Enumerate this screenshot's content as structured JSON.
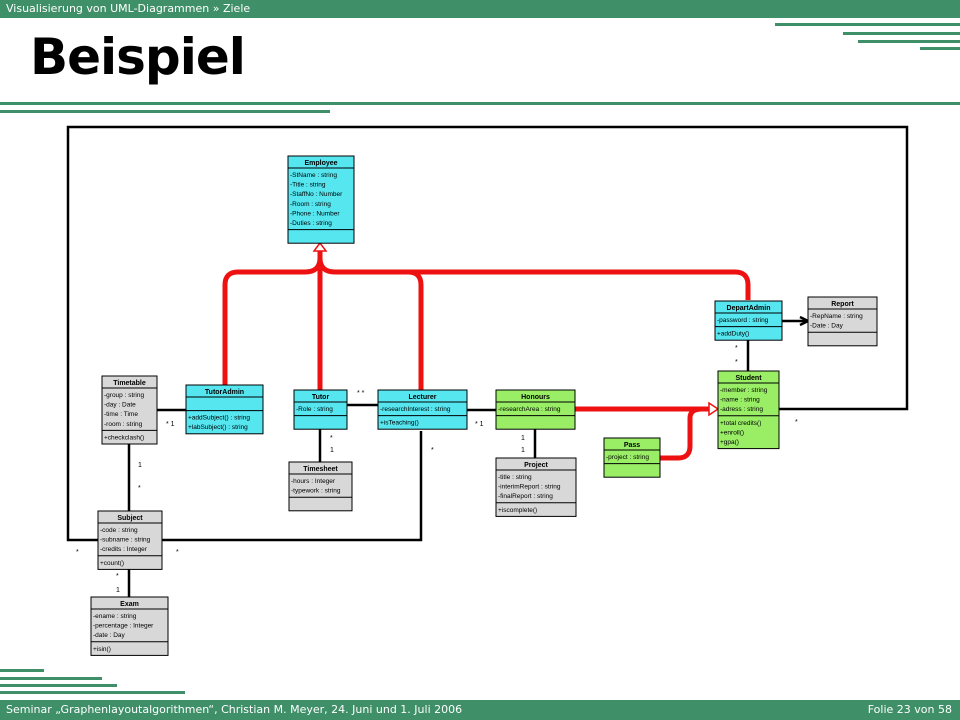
{
  "header": {
    "breadcrumb": "Visualisierung von UML-Diagrammen » Ziele"
  },
  "title": "Beispiel",
  "footer": {
    "left": "Seminar „Graphenlayoutalgorithmen“, Christian M. Meyer, 24. Juni und 1. Juli 2006",
    "right": "Folie 23 von 58"
  },
  "colors": {
    "bar": "#3f8f68",
    "cyan": "#55e6f0",
    "green": "#99ee66",
    "gray": "#d8d8d8",
    "highlight": "#ee1111"
  },
  "classes": {
    "employee": {
      "name": "Employee",
      "attrs": [
        "-StName : string",
        "-Title : string",
        "-StaffNo : Number",
        "-Room : string",
        "-Phone : Number",
        "-Duties : string"
      ],
      "ops": []
    },
    "tutoradmin": {
      "name": "TutorAdmin",
      "attrs": [],
      "ops": [
        "+addSubject() : string",
        "+labSubject() : string"
      ]
    },
    "tutor": {
      "name": "Tutor",
      "attrs": [
        "-Role : string"
      ],
      "ops": []
    },
    "lecturer": {
      "name": "Lecturer",
      "attrs": [
        "-researchInterest : string"
      ],
      "ops": [
        "+isTeaching()"
      ]
    },
    "honours": {
      "name": "Honours",
      "attrs": [
        "-researchArea : string"
      ],
      "ops": []
    },
    "departadmin": {
      "name": "DepartAdmin",
      "attrs": [
        "-password : string"
      ],
      "ops": [
        "+addDuty()"
      ]
    },
    "report": {
      "name": "Report",
      "attrs": [
        "-RepName : string",
        "-Date : Day"
      ],
      "ops": []
    },
    "student": {
      "name": "Student",
      "attrs": [
        "-member : string",
        "-name : string",
        "-adress : string"
      ],
      "ops": [
        "+total credits()",
        "+enroll()",
        "+gpa()"
      ]
    },
    "pass": {
      "name": "Pass",
      "attrs": [
        "-project : string"
      ],
      "ops": []
    },
    "timetable": {
      "name": "Timetable",
      "attrs": [
        "-group : string",
        "-day : Date",
        "-time : Time",
        "-room : string"
      ],
      "ops": [
        "+checkclash()"
      ]
    },
    "timesheet": {
      "name": "Timesheet",
      "attrs": [
        "-hours : Integer",
        "-typework : string"
      ],
      "ops": []
    },
    "project": {
      "name": "Project",
      "attrs": [
        "-title : string",
        "-interimReport : string",
        "-finalReport : string"
      ],
      "ops": [
        "+iscomplete()"
      ]
    },
    "subject": {
      "name": "Subject",
      "attrs": [
        "-code : string",
        "-subname : string",
        "-credits : Integer"
      ],
      "ops": [
        "+count()"
      ]
    },
    "exam": {
      "name": "Exam",
      "attrs": [
        "-ename : string",
        "-percentage : Integer",
        "-date : Day"
      ],
      "ops": [
        "+isin()"
      ]
    }
  },
  "multiplicities": {
    "m_tutoradmin": "* 1",
    "m_tutor_lect": "* *",
    "m_lect": "* 1",
    "m_tutor_ts_a": "*",
    "m_tutor_ts_b": "1",
    "m_hon_proj_a": "1",
    "m_hon_proj_b": "1",
    "m_tt_a": "1",
    "m_tt_b": "*",
    "m_subj_l": "*",
    "m_subj_r": "*",
    "m_exam_a": "*",
    "m_exam_b": "1",
    "m_da_a": "*",
    "m_da_b": "*",
    "m_stud": "*",
    "m_lect_b": "*"
  }
}
